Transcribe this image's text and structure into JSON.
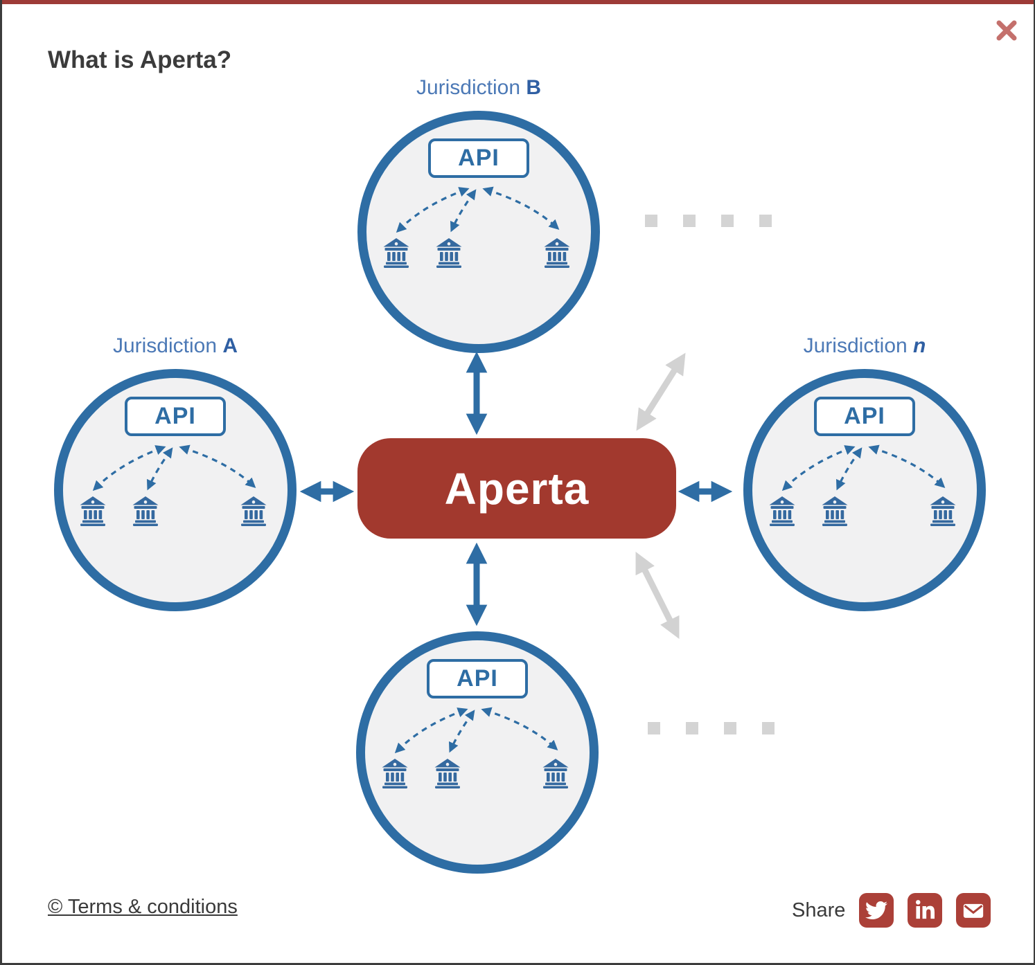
{
  "modal": {
    "title": "What is Aperta?",
    "icons": {
      "close": "x-cross"
    },
    "accent": {
      "top_bar_color": "#9d3b37",
      "close_color": "#c4706c",
      "border_color": "#3c3c3c"
    }
  },
  "diagram": {
    "center_label": "Aperta",
    "api_label": "API",
    "jurisdictions": [
      {
        "position": "top",
        "label_prefix": "Jurisdiction ",
        "label_suffix": "B"
      },
      {
        "position": "left",
        "label_prefix": "Jurisdiction ",
        "label_suffix": "A"
      },
      {
        "position": "right",
        "label_prefix": "Jurisdiction ",
        "label_suffix": "n"
      },
      {
        "position": "bottom",
        "label_prefix": "",
        "label_suffix": ""
      }
    ],
    "banks_per_jurisdiction": 3,
    "icons": {
      "bank": "classical-bank-building",
      "connector": "dashed-two-way-arrow",
      "hub_link": "blue-double-arrow",
      "hidden_link": "gray-double-arrow",
      "more_jurisdictions": "gray-dotted-ellipsis"
    },
    "colors": {
      "blue": "#2e6da4",
      "circle_fill": "#f1f1f2",
      "aperta_red": "#a2392e",
      "gray": "#d2d2d2"
    }
  },
  "footer": {
    "terms_label": "© Terms & conditions",
    "share_label": "Share",
    "share_icons": [
      "twitter",
      "linkedin",
      "email"
    ],
    "share_icon_color": "#ab4038"
  }
}
